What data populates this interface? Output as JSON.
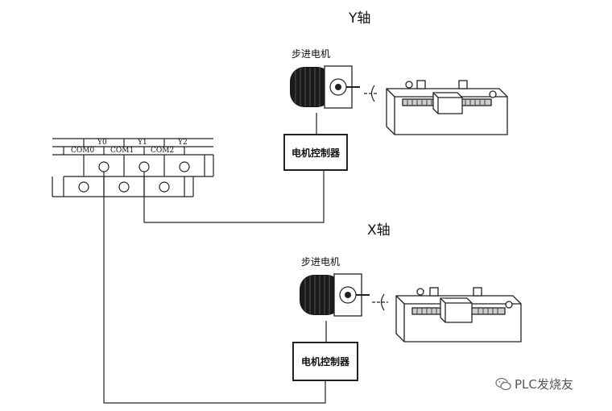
{
  "y_axis": {
    "title": "Y轴",
    "motor_label": "步进电机",
    "controller_label": "电机控制器"
  },
  "x_axis": {
    "title": "X轴",
    "motor_label": "步进电机",
    "controller_label": "电机控制器"
  },
  "plc": {
    "outputs": [
      "Y0",
      "Y1",
      "Y2"
    ],
    "commons": [
      "COM0",
      "COM1",
      "COM2"
    ]
  },
  "watermark": {
    "text": "PLC发烧友",
    "icon": "wechat-icon"
  }
}
